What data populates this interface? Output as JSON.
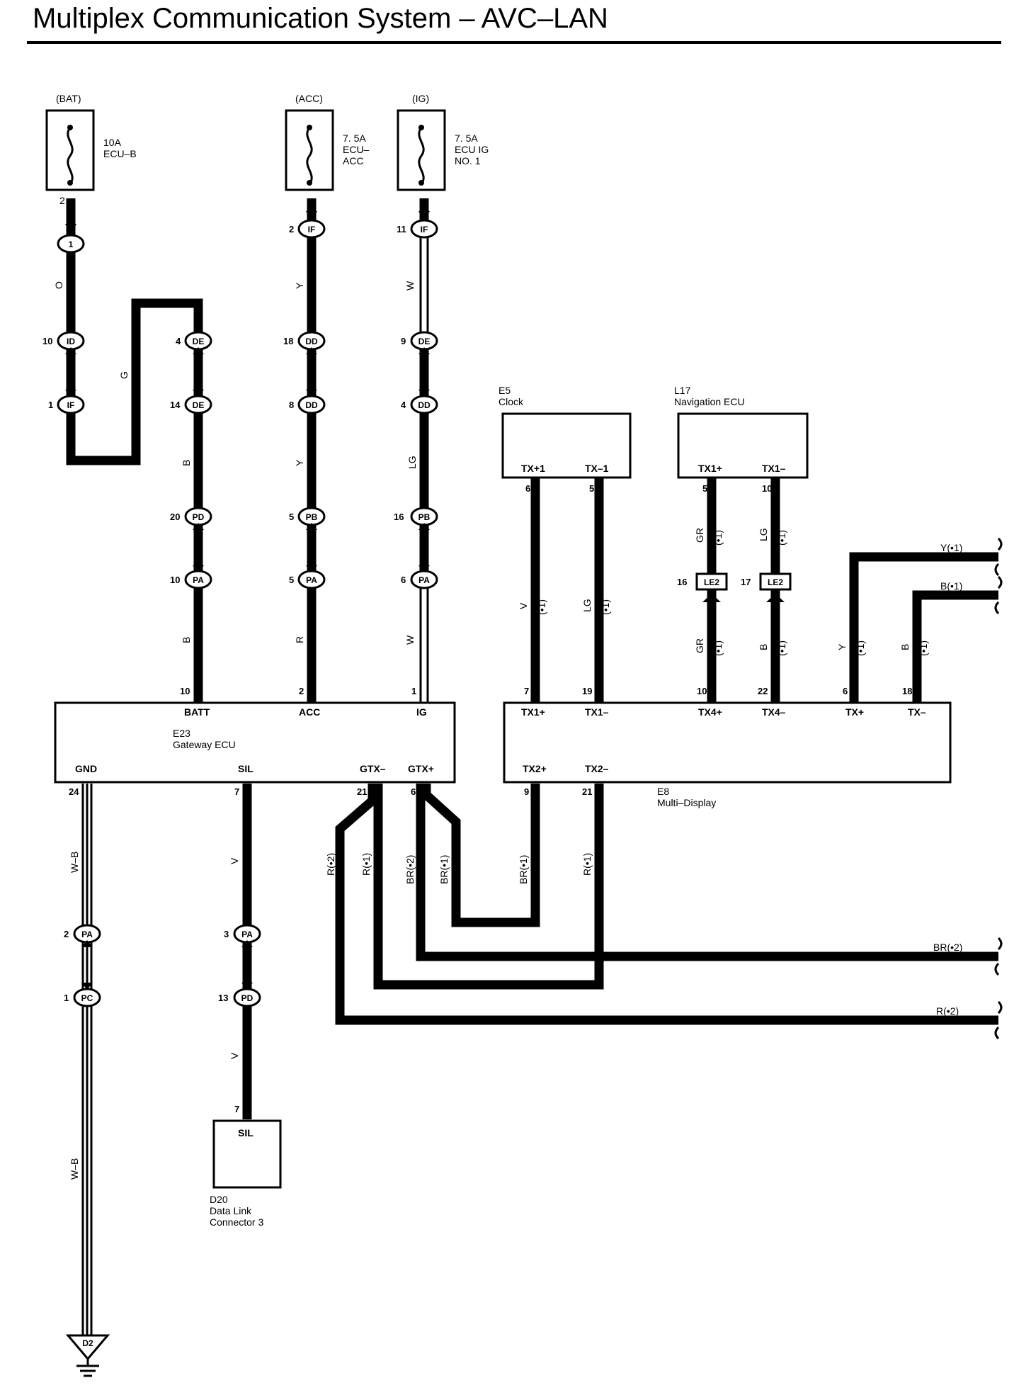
{
  "title": "Multiplex Communication System – AVC–LAN",
  "fuses": [
    {
      "source": "(BAT)",
      "rating": "10A",
      "name_lines": [
        "ECU–B"
      ],
      "pin": "2"
    },
    {
      "source": "(ACC)",
      "rating": "7. 5A",
      "name_lines": [
        "ECU–",
        "ACC"
      ],
      "pin": ""
    },
    {
      "source": "(IG)",
      "rating": "7. 5A",
      "name_lines": [
        "ECU IG",
        "NO. 1"
      ],
      "pin": ""
    }
  ],
  "connectors": {
    "c1": {
      "id": "1",
      "pin": ""
    },
    "id10": {
      "id": "ID",
      "pin": "10"
    },
    "if1": {
      "id": "IF",
      "pin": "1"
    },
    "de4": {
      "id": "DE",
      "pin": "4"
    },
    "de14": {
      "id": "DE",
      "pin": "14"
    },
    "pd20": {
      "id": "PD",
      "pin": "20"
    },
    "pa10": {
      "id": "PA",
      "pin": "10"
    },
    "if2": {
      "id": "IF",
      "pin": "2"
    },
    "dd18": {
      "id": "DD",
      "pin": "18"
    },
    "dd8": {
      "id": "DD",
      "pin": "8"
    },
    "pb5": {
      "id": "PB",
      "pin": "5"
    },
    "pa5": {
      "id": "PA",
      "pin": "5"
    },
    "if11": {
      "id": "IF",
      "pin": "11"
    },
    "de9": {
      "id": "DE",
      "pin": "9"
    },
    "dd4": {
      "id": "DD",
      "pin": "4"
    },
    "pb16": {
      "id": "PB",
      "pin": "16"
    },
    "pa6": {
      "id": "PA",
      "pin": "6"
    },
    "pa2": {
      "id": "PA",
      "pin": "2"
    },
    "pc1": {
      "id": "PC",
      "pin": "1"
    },
    "pa3": {
      "id": "PA",
      "pin": "3"
    },
    "pd13": {
      "id": "PD",
      "pin": "13"
    },
    "le2_16": {
      "id": "LE2",
      "pin": "16"
    },
    "le2_17": {
      "id": "LE2",
      "pin": "17"
    }
  },
  "wire_colors": {
    "o": "O",
    "g": "G",
    "b1": "B",
    "b2": "B",
    "y1": "Y",
    "y2": "Y",
    "r1": "R",
    "w1": "W",
    "lg1": "LG",
    "w2": "W",
    "wb1": "W–B",
    "wb2": "W–B",
    "v1": "V",
    "v2": "V",
    "clock_v": "V",
    "clock_lg": "LG",
    "nav_gr1": "GR",
    "nav_lg": "LG",
    "nav_gr2": "GR",
    "nav_b": "B",
    "md_y": "Y",
    "md_b": "B",
    "r_2": "R(•2)",
    "r_1": "R(•1)",
    "br_2": "BR(•2)",
    "br_1": "BR(•1)",
    "br_1b": "BR(•1)",
    "r_1b": "R(•1)",
    "out_y": "Y(•1)",
    "out_b": "B(•1)",
    "out_br2": "BR(•2)",
    "out_r2": "R(•2)"
  },
  "notes": {
    "n1": "(•1)"
  },
  "components": {
    "gateway": {
      "code": "E23",
      "name": "Gateway ECU",
      "terms_top": [
        {
          "label": "BATT",
          "pin": "10"
        },
        {
          "label": "ACC",
          "pin": "2"
        },
        {
          "label": "IG",
          "pin": "1"
        }
      ],
      "terms_bottom": [
        {
          "label": "GND",
          "pin": "24"
        },
        {
          "label": "SIL",
          "pin": "7"
        },
        {
          "label": "GTX–",
          "pin": "21"
        },
        {
          "label": "GTX+",
          "pin": "6"
        }
      ]
    },
    "clock": {
      "code": "E5",
      "name": "Clock",
      "terms": [
        {
          "label": "TX+1",
          "pin": "6"
        },
        {
          "label": "TX–1",
          "pin": "5"
        }
      ]
    },
    "nav": {
      "code": "L17",
      "name": "Navigation ECU",
      "terms": [
        {
          "label": "TX1+",
          "pin": "5"
        },
        {
          "label": "TX1–",
          "pin": "10"
        }
      ]
    },
    "multi": {
      "code": "E8",
      "name": "Multi–Display",
      "terms_top": [
        {
          "label": "TX1+",
          "pin": "7"
        },
        {
          "label": "TX1–",
          "pin": "19"
        },
        {
          "label": "TX4+",
          "pin": "10"
        },
        {
          "label": "TX4–",
          "pin": "22"
        },
        {
          "label": "TX+",
          "pin": "6"
        },
        {
          "label": "TX–",
          "pin": "18"
        }
      ],
      "terms_bottom": [
        {
          "label": "TX2+",
          "pin": "9"
        },
        {
          "label": "TX2–",
          "pin": "21"
        }
      ]
    },
    "dlc": {
      "code": "D20",
      "name_lines": [
        "Data Link",
        "Connector 3"
      ],
      "term": "SIL",
      "pin": "7"
    },
    "ground": {
      "code": "D2"
    }
  }
}
